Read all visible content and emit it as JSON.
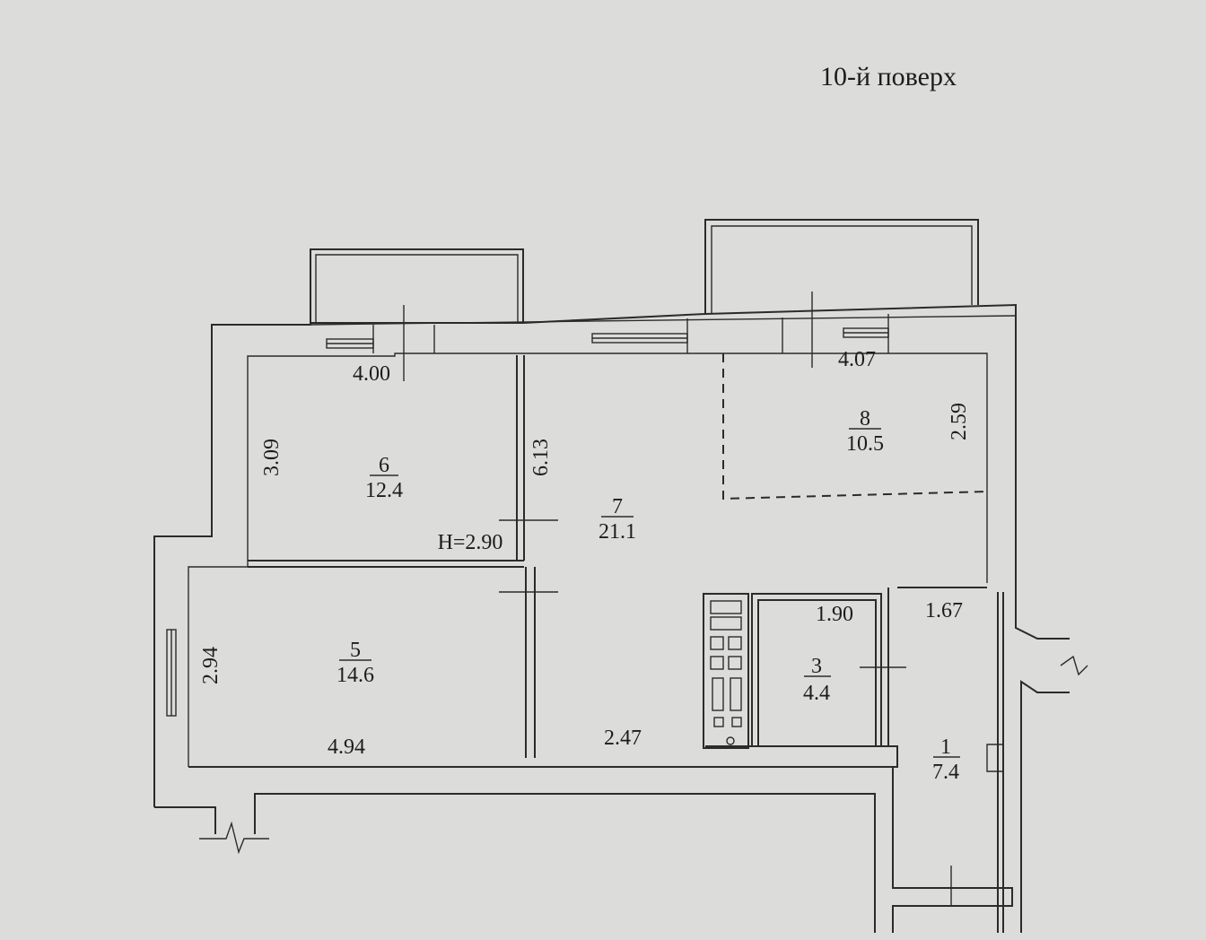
{
  "floor_title": "10-й поверх",
  "ceiling_height": "H=2.90",
  "rooms": [
    {
      "id": "room-1",
      "number": "1",
      "area": "7.4"
    },
    {
      "id": "room-3",
      "number": "3",
      "area": "4.4"
    },
    {
      "id": "room-5",
      "number": "5",
      "area": "14.6"
    },
    {
      "id": "room-6",
      "number": "6",
      "area": "12.4"
    },
    {
      "id": "room-7",
      "number": "7",
      "area": "21.1"
    },
    {
      "id": "room-8",
      "number": "8",
      "area": "10.5"
    }
  ],
  "dimensions": {
    "room6_width": "4.00",
    "room6_depth": "3.09",
    "room7_depth": "6.13",
    "room8_width": "4.07",
    "room8_depth": "2.59",
    "room5_width": "4.94",
    "room5_depth": "2.94",
    "room7_bottom": "2.47",
    "room3_width": "1.90",
    "room1_width": "1.67"
  }
}
